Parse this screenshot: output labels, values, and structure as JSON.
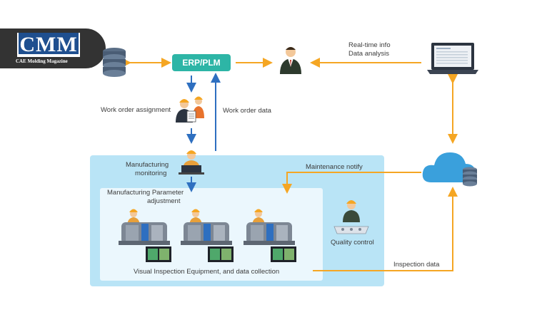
{
  "logo": {
    "title": "CMM",
    "subtitle": "CAE Molding Magazine"
  },
  "nodes": {
    "erp": "ERP/PLM",
    "realtime_line1": "Real-time info",
    "realtime_line2": "Data analysis",
    "work_order_assignment": "Work order assignment",
    "work_order_data": "Work order data",
    "mfg_monitoring_line1": "Manufacturing",
    "mfg_monitoring_line2": "monitoring",
    "maintenance_notify": "Maintenance notify",
    "param_adjust_line1": "Manufacturing Parameter",
    "param_adjust_line2": "adjustment",
    "quality_control": "Quality control",
    "visual_inspection": "Visual Inspection Equipment, and data collection",
    "inspection_data": "Inspection data"
  },
  "colors": {
    "arrow_orange": "#f5a623",
    "arrow_blue": "#2e6fc0",
    "erp_teal": "#2db5a6",
    "factory_bg": "#b9e4f6",
    "cell_bg": "#ebf7fd",
    "logo_bg": "#333333",
    "cloud_blue": "#3aa0dc"
  },
  "icons": [
    "database-icon",
    "manager-icon",
    "laptop-icon",
    "workers-icon",
    "operator-desk-icon",
    "cloud-database-icon",
    "molding-machine-icon",
    "inspection-monitor-icon",
    "quality-inspector-icon"
  ]
}
